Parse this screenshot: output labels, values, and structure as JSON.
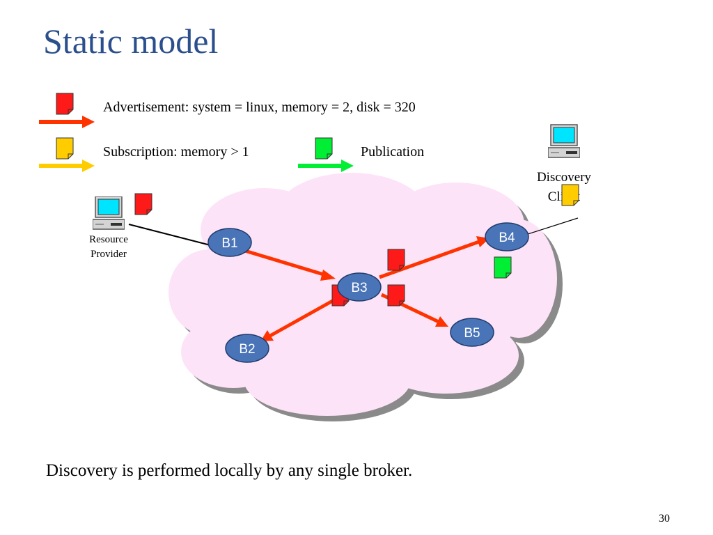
{
  "slide": {
    "title": "Static model",
    "footer": "Discovery is performed locally by any single broker.",
    "page_number": "30"
  },
  "legend": {
    "advertisement": "Advertisement: system = linux, memory = 2, disk = 320",
    "subscription": "Subscription: memory > 1",
    "publication": "Publication"
  },
  "diagram": {
    "resource_provider_line1": "Resource",
    "resource_provider_line2": "Provider",
    "discovery_client_line1": "Discovery",
    "discovery_client_line2": "Client",
    "brokers": {
      "b1": "B1",
      "b2": "B2",
      "b3": "B3",
      "b4": "B4",
      "b5": "B5"
    }
  },
  "colors": {
    "title": "#2b4f8c",
    "advertisement": "#ff3300",
    "subscription": "#ffcc00",
    "publication": "#00ee33",
    "broker_fill": "#4a74b8",
    "cloud_fill": "#fde3f7",
    "cloud_shadow": "#8a8a8a"
  }
}
